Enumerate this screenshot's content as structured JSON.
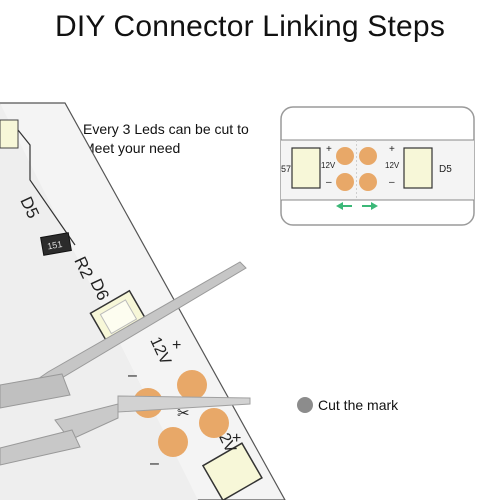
{
  "title": "DIY Connector Linking Steps",
  "caption": {
    "line1": "Every 3 Leds can be cut to",
    "line2": "Meet your need"
  },
  "legend": {
    "label": "Cut the mark",
    "dot_color": "#8c8c8c"
  },
  "strip_markings": {
    "led_labels": [
      "D5",
      "R2",
      "D6"
    ],
    "voltage": "12V",
    "plus": "+",
    "minus": "–",
    "resistor_code": "151"
  },
  "inset": {
    "left_code": "57",
    "right_code": "D5",
    "voltage": "12V",
    "plus": "+",
    "minus": "–",
    "arrow_color": "#3cb878"
  },
  "colors": {
    "pcb": "#f4f4f4",
    "pad": "#e8a868",
    "led": "#f7f7d8",
    "scissor_blade": "#c6c6c6"
  }
}
